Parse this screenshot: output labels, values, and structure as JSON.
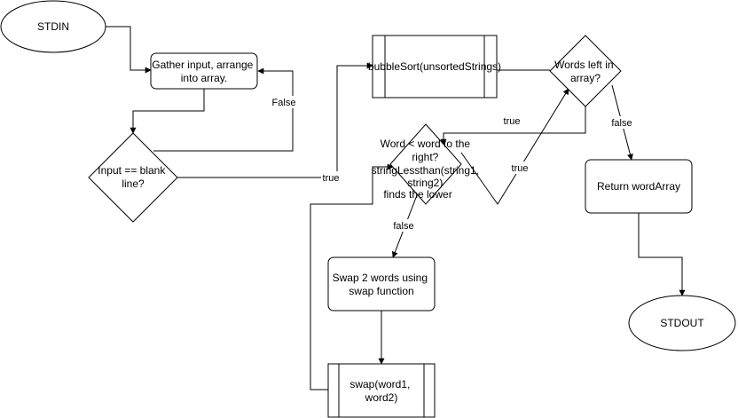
{
  "nodes": {
    "stdin": "STDIN",
    "gather": [
      "Gather input, arrange",
      "into array."
    ],
    "input_check": [
      "Input == blank",
      "line?"
    ],
    "bubblesort": "bubbleSort(unsortedStrings)",
    "words_left": [
      "Words left in",
      "array?"
    ],
    "compare": [
      "Word < word to the",
      "right?",
      "stringLessthan(string1,",
      "string2)",
      "finds the lower"
    ],
    "swap_words": [
      "Swap 2 words using",
      "swap function"
    ],
    "swap_call": [
      "swap(word1,",
      "word2)"
    ],
    "return_array": "Return wordArray",
    "stdout": "STDOUT"
  },
  "edges": {
    "input_false": "False",
    "input_true": "true",
    "words_left_true": "true",
    "words_left_false": "false",
    "compare_true": "true",
    "compare_false": "false"
  }
}
